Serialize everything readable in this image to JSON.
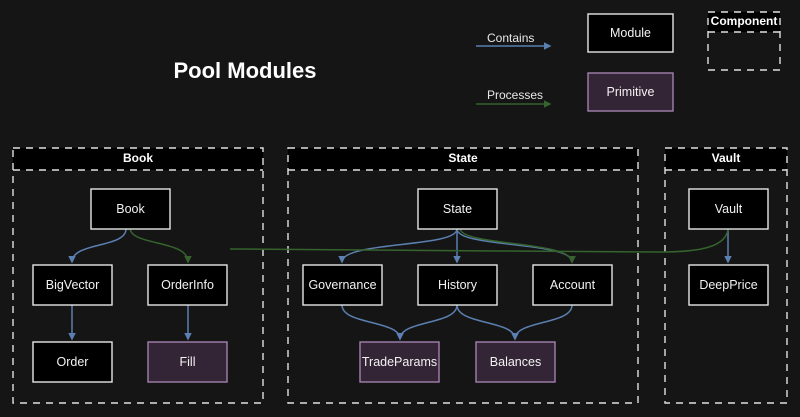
{
  "title": "Pool Modules",
  "colors": {
    "background": "#151515",
    "module_fill": "#000000",
    "module_stroke": "#e6e6e6",
    "primitive_fill": "#342536",
    "primitive_stroke": "#a382ae",
    "contains_arrow": "#5b7fb0",
    "processes_arrow": "#35622d",
    "section_stroke": "#e0e0e0",
    "text": "#f2f2f2"
  },
  "legend": {
    "contains_label": "Contains",
    "processes_label": "Processes",
    "module_label": "Module",
    "primitive_label": "Primitive",
    "component_label": "Component"
  },
  "sections": [
    {
      "id": "book",
      "label": "Book"
    },
    {
      "id": "state",
      "label": "State"
    },
    {
      "id": "vault",
      "label": "Vault"
    }
  ],
  "nodes": {
    "book": "Book",
    "bigvector": "BigVector",
    "orderinfo": "OrderInfo",
    "order": "Order",
    "fill": "Fill",
    "state": "State",
    "governance": "Governance",
    "history": "History",
    "account": "Account",
    "tradeparams": "TradeParams",
    "balances": "Balances",
    "vault": "Vault",
    "deepprice": "DeepPrice"
  }
}
